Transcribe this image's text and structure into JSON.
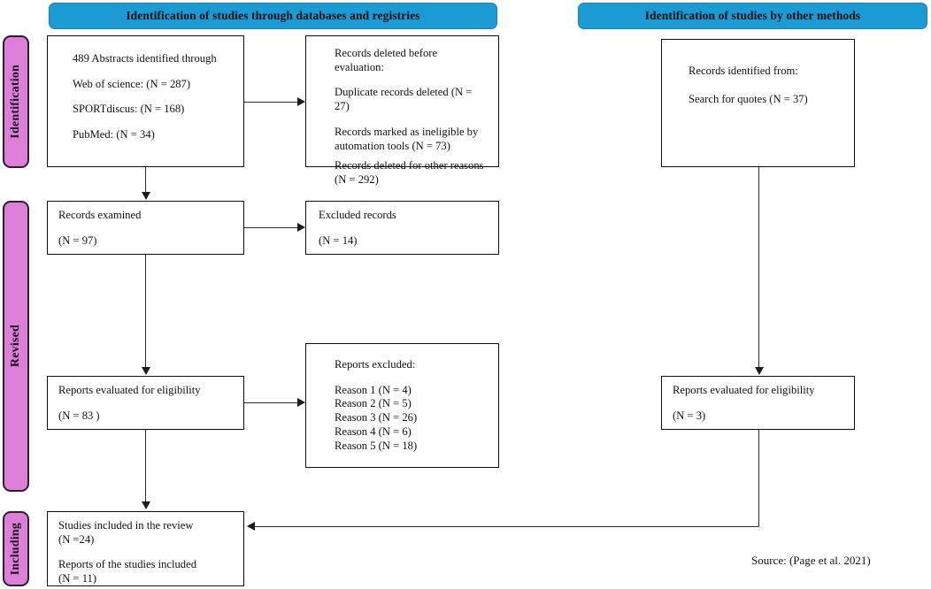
{
  "diagram": {
    "title": "PRISMA flow diagram",
    "accent_blue": "#1b9ad4",
    "accent_pink": "#dd7fd8",
    "line_color": "#2c2c2c"
  },
  "headers": {
    "left": "Identification of studies through databases and registries",
    "right": "Identification of studies by other methods"
  },
  "phases": {
    "identification": "Identification",
    "revised": "Revised",
    "including": "Including"
  },
  "boxes": {
    "identified": {
      "l1": "489 Abstracts identified through",
      "l2": "Web of science: (N = 287)",
      "l3": "SPORTdiscus: (N = 168)",
      "l4": "PubMed: (N = 34)"
    },
    "deleted": {
      "l1": "Records deleted before evaluation:",
      "l2": "Duplicate records deleted (N = 27)",
      "l3": "Records marked as ineligible by\nautomation tools (N = 73)",
      "l4": "Records deleted for other reasons\n(N = 292)"
    },
    "other_methods": {
      "l1": "Records identified from:",
      "l2": "Search for quotes (N = 37)"
    },
    "records_examined": {
      "l1": "Records examined",
      "l2": "(N = 97)"
    },
    "excluded_records": {
      "l1": "Excluded records",
      "l2": "(N = 14)"
    },
    "reports_excluded": {
      "title": "Reports excluded:",
      "reasons": [
        "Reason 1 (N = 4)",
        "Reason 2 (N = 5)",
        "Reason 3 (N = 26)",
        "Reason 4 (N = 6)",
        "Reason 5 (N = 18)"
      ]
    },
    "eligibility_left": {
      "l1": "Reports evaluated for eligibility",
      "l2": "(N = 83 )"
    },
    "eligibility_right": {
      "l1": "Reports evaluated for eligibility",
      "l2": "(N = 3)"
    },
    "included": {
      "l1": "Studies included in the review",
      "l2": "(N =24)",
      "l3": "Reports of the studies included",
      "l4": "(N = 11)"
    }
  },
  "source": "Source: (Page et al. 2021)"
}
